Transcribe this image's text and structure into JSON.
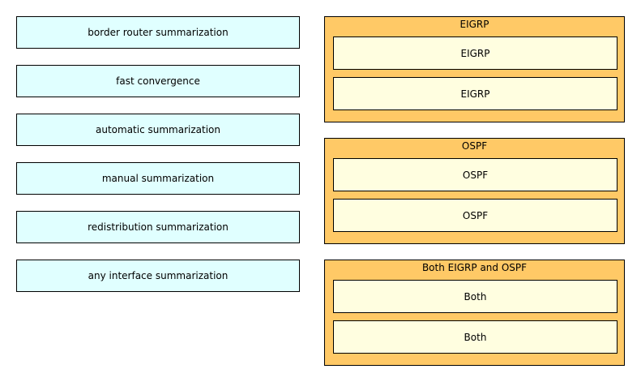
{
  "colors": {
    "source_item_bg": "#e0ffff",
    "group_bg": "#ffc966",
    "slot_bg": "#fffee0"
  },
  "source_items": [
    {
      "label": "border router summarization"
    },
    {
      "label": "fast convergence"
    },
    {
      "label": "automatic summarization"
    },
    {
      "label": "manual summarization"
    },
    {
      "label": "redistribution summarization"
    },
    {
      "label": "any interface summarization"
    }
  ],
  "target_groups": [
    {
      "title": "EIGRP",
      "slots": [
        "EIGRP",
        "EIGRP"
      ]
    },
    {
      "title": "OSPF",
      "slots": [
        "OSPF",
        "OSPF"
      ]
    },
    {
      "title": "Both EIGRP and OSPF",
      "slots": [
        "Both",
        "Both"
      ]
    }
  ]
}
